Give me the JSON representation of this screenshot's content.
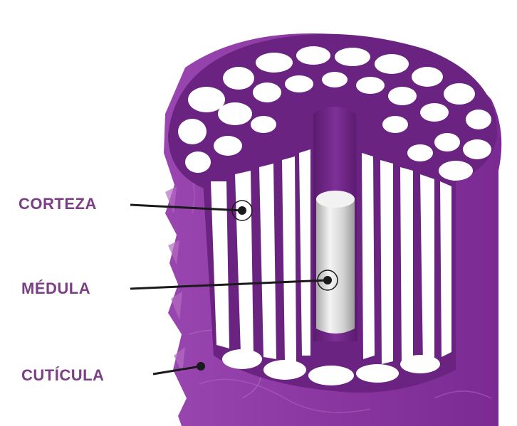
{
  "labels": {
    "corteza": "CORTEZA",
    "medula": "MÉDULA",
    "cuticula": "CUTÍCULA"
  },
  "colors": {
    "hair_purple": "#8d37a3",
    "hair_dark": "#5a1b6e",
    "hair_light": "#b36cc2",
    "medulla_silver": "#d9d9d9",
    "label_text": "#7a3f86",
    "pointer": "#1a1a1a"
  }
}
